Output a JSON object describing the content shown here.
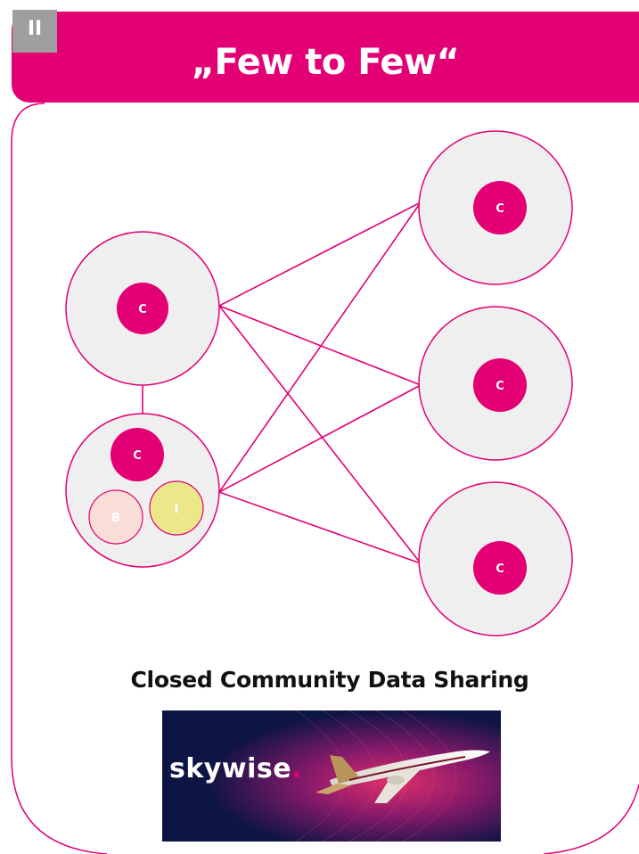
{
  "header": {
    "badge": "II",
    "title": "„Few to Few“"
  },
  "colors": {
    "accent": "#e20074",
    "node_fill": "#efefef",
    "b_fill": "#f8ded6",
    "i_fill": "#ece88a",
    "banner_bg": "#0d1446"
  },
  "diagram": {
    "left_nodes": [
      {
        "id": "L1",
        "inner": [
          {
            "label": "C",
            "kind": "c"
          }
        ]
      },
      {
        "id": "L2",
        "inner": [
          {
            "label": "C",
            "kind": "c"
          },
          {
            "label": "B",
            "kind": "b"
          },
          {
            "label": "I",
            "kind": "i"
          }
        ]
      }
    ],
    "right_nodes": [
      {
        "id": "R1",
        "label": "C"
      },
      {
        "id": "R2",
        "label": "C"
      },
      {
        "id": "R3",
        "label": "C"
      }
    ],
    "edges": [
      [
        "L1",
        "L2"
      ],
      [
        "L1",
        "R1"
      ],
      [
        "L1",
        "R2"
      ],
      [
        "L1",
        "R3"
      ],
      [
        "L2",
        "R1"
      ],
      [
        "L2",
        "R2"
      ],
      [
        "L2",
        "R3"
      ]
    ]
  },
  "caption": "Closed Community Data Sharing",
  "banner": {
    "brand": "skywise",
    "brand_dot": ".",
    "image_icon": "airplane-icon"
  }
}
